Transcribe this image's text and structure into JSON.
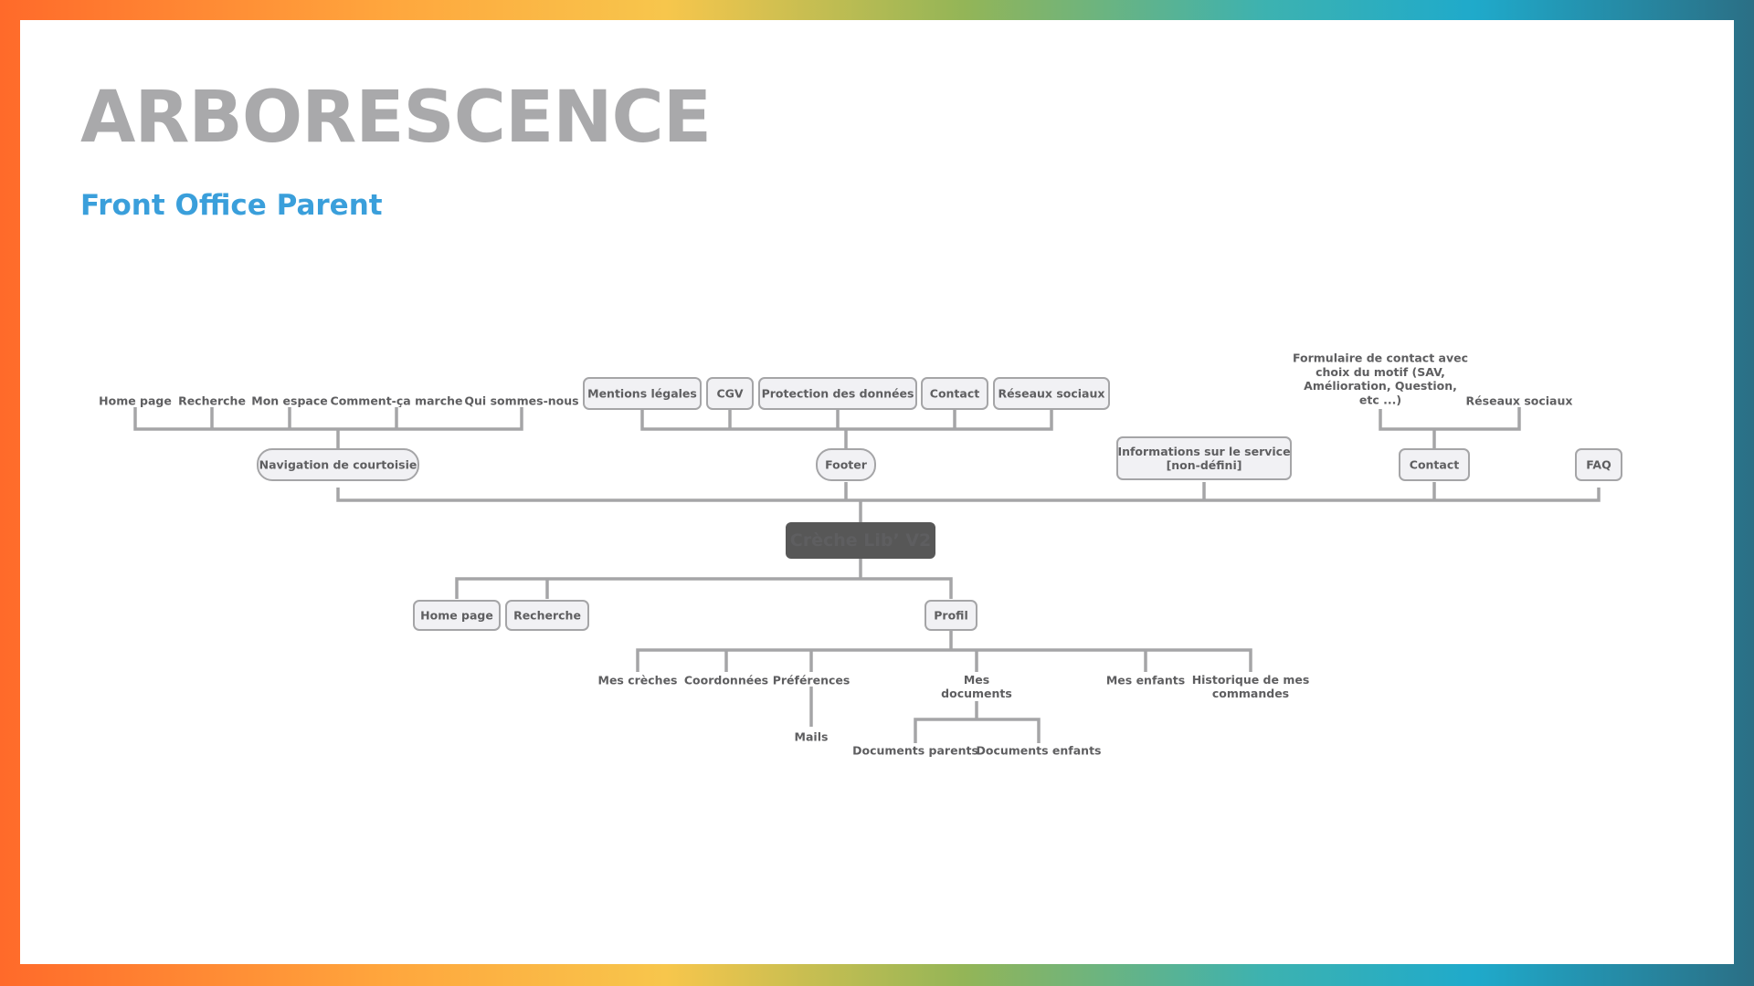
{
  "title": "ARBORESCENCE",
  "subtitle": "Front Office Parent",
  "diagram": {
    "root": "Crèche Lib’ V2",
    "top": {
      "navigation": {
        "label": "Navigation de courtoisie",
        "children": [
          "Home page",
          "Recherche",
          "Mon espace",
          "Comment-ça marche",
          "Qui sommes-nous"
        ]
      },
      "footer": {
        "label": "Footer",
        "children": [
          "Mentions légales",
          "CGV",
          "Protection des données",
          "Contact",
          "Réseaux sociaux"
        ]
      },
      "informations": [
        "Informations sur le service",
        "[non-défini]"
      ],
      "contact": {
        "label": "Contact",
        "formulaire": [
          "Formulaire de contact avec",
          "choix du motif (SAV,",
          "Amélioration, Question,",
          "etc ...)"
        ],
        "reseaux": "Réseaux sociaux"
      },
      "faq": "FAQ"
    },
    "bottom": {
      "home": "Home page",
      "recherche": "Recherche",
      "profil": {
        "label": "Profil",
        "mes_creches": "Mes crèches",
        "coordonnees": "Coordonnées",
        "preferences": "Préférences",
        "mails": "Mails",
        "mes_documents": [
          "Mes",
          "documents"
        ],
        "documents_parents": "Documents parents",
        "documents_enfants": "Documents enfants",
        "mes_enfants": "Mes enfants",
        "historique": [
          "Historique de mes",
          "commandes"
        ]
      }
    }
  },
  "colors": {
    "line": "#a5a5a7",
    "box_fill": "#f1f1f4",
    "box_stroke": "#a5a5a7",
    "root_fill": "#575757",
    "text": "#5e5e60",
    "title": "#a9a9ab",
    "subtitle": "#3a9fdb"
  }
}
